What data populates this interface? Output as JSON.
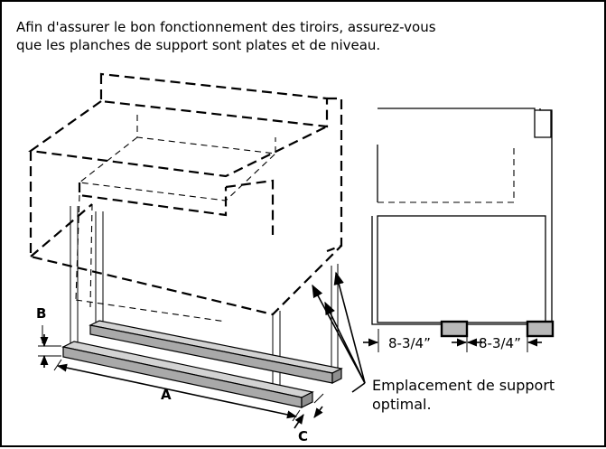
{
  "caption": {
    "line1": "Afin d'assurer le bon fonctionnement des tiroirs, assurez-vous",
    "line2": "que les planches de support sont plates et de niveau."
  },
  "dimension_labels": {
    "a": "A",
    "b": "B",
    "c": "C"
  },
  "measurements": {
    "left": "8-3/4”",
    "right": "8-3/4”"
  },
  "callout": {
    "line1": "Emplacement de support",
    "line2": "optimal."
  },
  "colors": {
    "board_top": "#d3d3d3",
    "board_side": "#a9a9a9",
    "support_pad": "#b8b8b8",
    "ink": "#000000"
  }
}
